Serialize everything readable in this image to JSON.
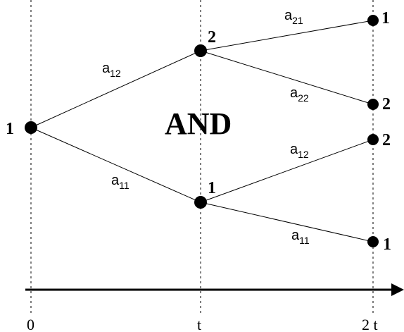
{
  "center_label": "AND",
  "axis": {
    "ticks": [
      "0",
      "t",
      "2 t"
    ]
  },
  "nodes": {
    "root": "1",
    "mid_upper": "2",
    "mid_lower": "1",
    "leaf_1": "1",
    "leaf_2": "2",
    "leaf_3": "2",
    "leaf_4": "1"
  },
  "edges": {
    "root_to_mid_upper": {
      "base": "a",
      "sub": "12"
    },
    "root_to_mid_lower": {
      "base": "a",
      "sub": "11"
    },
    "mid_upper_to_leaf_1": {
      "base": "a",
      "sub": "21"
    },
    "mid_upper_to_leaf_2": {
      "base": "a",
      "sub": "22"
    },
    "mid_lower_to_leaf_3": {
      "base": "a",
      "sub": "12"
    },
    "mid_lower_to_leaf_4": {
      "base": "a",
      "sub": "11"
    }
  }
}
